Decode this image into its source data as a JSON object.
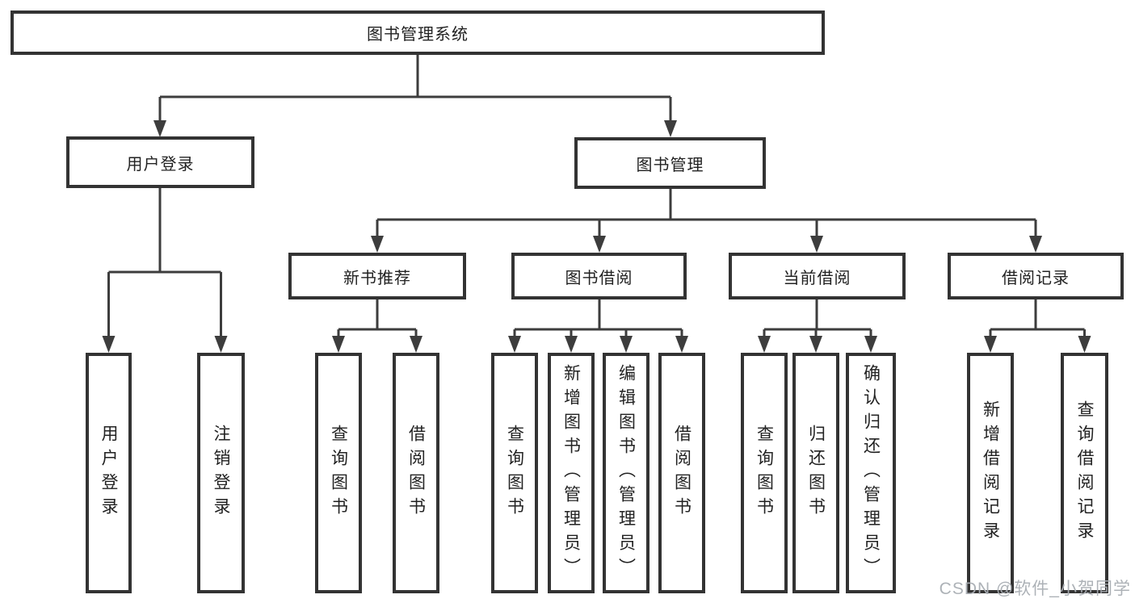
{
  "colors": {
    "line": "#3d3d3d",
    "box_border": "#333333",
    "text": "#222222",
    "watermark": "#a9aeb4"
  },
  "watermark": {
    "text": "CSDN @软件_小贺同学"
  },
  "chart_type": "hierarchy-diagram",
  "tree": {
    "label": "图书管理系统",
    "children": [
      {
        "label": "用户登录",
        "children": [
          {
            "label": "用户登录"
          },
          {
            "label": "注销登录"
          }
        ]
      },
      {
        "label": "图书管理",
        "children": [
          {
            "label": "新书推荐",
            "children": [
              {
                "label": "查询图书"
              },
              {
                "label": "借阅图书"
              }
            ]
          },
          {
            "label": "图书借阅",
            "children": [
              {
                "label": "查询图书"
              },
              {
                "label": "新增图书（管理员）"
              },
              {
                "label": "编辑图书（管理员）"
              },
              {
                "label": "借阅图书"
              }
            ]
          },
          {
            "label": "当前借阅",
            "children": [
              {
                "label": "查询图书"
              },
              {
                "label": "归还图书"
              },
              {
                "label": "确认归还（管理员）"
              }
            ]
          },
          {
            "label": "借阅记录",
            "children": [
              {
                "label": "新增借阅记录"
              },
              {
                "label": "查询借阅记录"
              }
            ]
          }
        ]
      }
    ]
  }
}
